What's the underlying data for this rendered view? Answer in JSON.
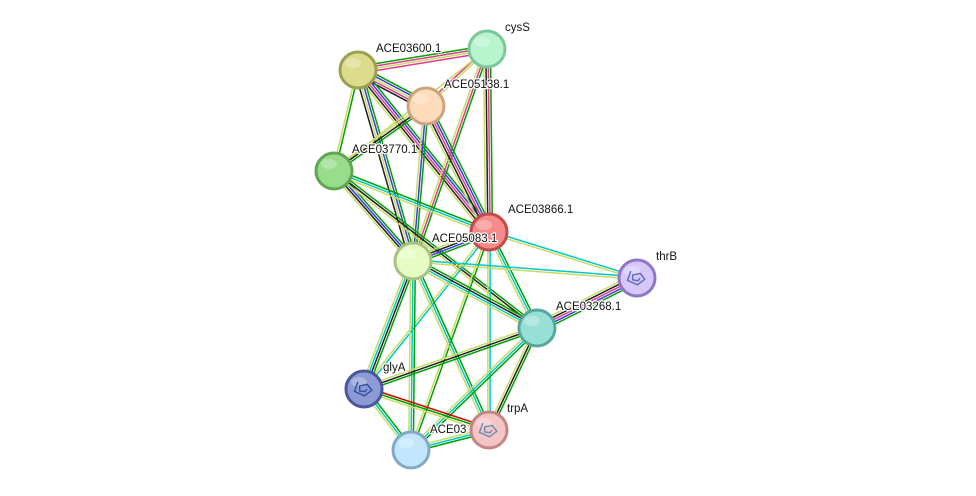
{
  "network": {
    "nodes": [
      {
        "id": "ACE03600.1",
        "label": "ACE03600.1",
        "color": "#dcdc8c",
        "stroke": "#9e9e52"
      },
      {
        "id": "cysS",
        "label": "cysS",
        "color": "#b8f5cf",
        "stroke": "#7cc79c"
      },
      {
        "id": "ACE05138.1",
        "label": "ACE05138.1",
        "color": "#fddcbc",
        "stroke": "#c9a47f"
      },
      {
        "id": "ACE03770.1",
        "label": "ACE03770.1",
        "color": "#98dc8c",
        "stroke": "#5fa853"
      },
      {
        "id": "ACE03866.1",
        "label": "ACE03866.1",
        "color": "#f58c8c",
        "stroke": "#c24a4a"
      },
      {
        "id": "ACE05083.1",
        "label": "ACE05083.1",
        "color": "#e6fcc4",
        "stroke": "#a7c381"
      },
      {
        "id": "thrB",
        "label": "thrB",
        "color": "#d6c8f8",
        "stroke": "#9077c6"
      },
      {
        "id": "ACE03268.1",
        "label": "ACE03268.1",
        "color": "#98e0d6",
        "stroke": "#57a79c"
      },
      {
        "id": "glyA",
        "label": "glyA",
        "color": "#8c9ad6",
        "stroke": "#4a579a"
      },
      {
        "id": "trpA",
        "label": "trpA",
        "color": "#f5c4c4",
        "stroke": "#c28686"
      },
      {
        "id": "ACE03",
        "label": "ACE03",
        "color": "#c4e6fc",
        "stroke": "#82aac4"
      }
    ],
    "edges": [
      {
        "source": "ACE03600.1",
        "target": "cysS",
        "colors": [
          "#00a000",
          "#e03c8c",
          "#c8dc64",
          "#e03c8c"
        ]
      },
      {
        "source": "ACE03600.1",
        "target": "ACE05138.1",
        "colors": [
          "#00a000",
          "#3c3cdc",
          "#c8dc64",
          "#e03c8c",
          "#202020"
        ]
      },
      {
        "source": "ACE03600.1",
        "target": "ACE03770.1",
        "colors": [
          "#00a000",
          "#c8dc64"
        ]
      },
      {
        "source": "ACE03600.1",
        "target": "ACE03866.1",
        "colors": [
          "#00a000",
          "#3c3cdc",
          "#e03c8c",
          "#202020",
          "#c8dc64"
        ]
      },
      {
        "source": "ACE03600.1",
        "target": "ACE05083.1",
        "colors": [
          "#00a000",
          "#3c3cdc",
          "#c8dc64",
          "#202020"
        ]
      },
      {
        "source": "cysS",
        "target": "ACE05138.1",
        "colors": [
          "#c8dc64",
          "#e03c8c"
        ]
      },
      {
        "source": "cysS",
        "target": "ACE03770.1",
        "colors": [
          "#c8dc64"
        ]
      },
      {
        "source": "cysS",
        "target": "ACE03866.1",
        "colors": [
          "#00a000",
          "#e03c8c",
          "#202020",
          "#c8dc64"
        ]
      },
      {
        "source": "cysS",
        "target": "ACE05083.1",
        "colors": [
          "#00a000",
          "#e03c8c",
          "#c8dc64"
        ]
      },
      {
        "source": "ACE05138.1",
        "target": "ACE03770.1",
        "colors": [
          "#00a000",
          "#202020",
          "#c8dc64"
        ]
      },
      {
        "source": "ACE05138.1",
        "target": "ACE03866.1",
        "colors": [
          "#00a000",
          "#3c3cdc",
          "#e03c8c",
          "#202020",
          "#c8dc64"
        ]
      },
      {
        "source": "ACE05138.1",
        "target": "ACE05083.1",
        "colors": [
          "#00a000",
          "#3c3cdc",
          "#c8dc64"
        ]
      },
      {
        "source": "ACE03770.1",
        "target": "ACE03866.1",
        "colors": [
          "#00a000",
          "#00c8c8",
          "#c8dc64"
        ]
      },
      {
        "source": "ACE03770.1",
        "target": "ACE05083.1",
        "colors": [
          "#00a000",
          "#3c3cdc",
          "#202020",
          "#c8dc64"
        ]
      },
      {
        "source": "ACE03770.1",
        "target": "ACE03268.1",
        "colors": [
          "#00a000",
          "#202020",
          "#c8dc64"
        ]
      },
      {
        "source": "ACE03866.1",
        "target": "ACE05083.1",
        "colors": [
          "#00a000",
          "#3c3cdc",
          "#202020",
          "#c8dc64"
        ]
      },
      {
        "source": "ACE03866.1",
        "target": "thrB",
        "colors": [
          "#00c8c8",
          "#c8dc64"
        ]
      },
      {
        "source": "ACE03866.1",
        "target": "ACE03268.1",
        "colors": [
          "#00a000",
          "#00c8c8",
          "#c8dc64"
        ]
      },
      {
        "source": "ACE03866.1",
        "target": "glyA",
        "colors": [
          "#00c8c8",
          "#c8dc64"
        ]
      },
      {
        "source": "ACE03866.1",
        "target": "trpA",
        "colors": [
          "#00c8c8",
          "#c8dc64"
        ]
      },
      {
        "source": "ACE03866.1",
        "target": "ACE03",
        "colors": [
          "#00a000",
          "#c8dc64"
        ]
      },
      {
        "source": "ACE05083.1",
        "target": "thrB",
        "colors": [
          "#00c8c8",
          "#c8dc64"
        ]
      },
      {
        "source": "ACE05083.1",
        "target": "ACE03268.1",
        "colors": [
          "#00a000",
          "#202020",
          "#00c8c8",
          "#c8dc64"
        ]
      },
      {
        "source": "ACE05083.1",
        "target": "glyA",
        "colors": [
          "#00a000",
          "#202020",
          "#00c8c8",
          "#c8dc64"
        ]
      },
      {
        "source": "ACE05083.1",
        "target": "trpA",
        "colors": [
          "#00a000",
          "#00c8c8",
          "#c8dc64"
        ]
      },
      {
        "source": "ACE05083.1",
        "target": "ACE03",
        "colors": [
          "#00a000",
          "#00c8c8",
          "#c8dc64"
        ]
      },
      {
        "source": "thrB",
        "target": "ACE03268.1",
        "colors": [
          "#00a000",
          "#3c3cdc",
          "#e03c8c",
          "#202020",
          "#c8dc64"
        ]
      },
      {
        "source": "ACE03268.1",
        "target": "glyA",
        "colors": [
          "#00a000",
          "#202020",
          "#c8dc64"
        ]
      },
      {
        "source": "ACE03268.1",
        "target": "trpA",
        "colors": [
          "#00a000",
          "#202020",
          "#c8dc64"
        ]
      },
      {
        "source": "ACE03268.1",
        "target": "ACE03",
        "colors": [
          "#00a000",
          "#00c8c8",
          "#c8dc64"
        ]
      },
      {
        "source": "glyA",
        "target": "trpA",
        "colors": [
          "#d20000",
          "#00a000",
          "#c8dc64"
        ]
      },
      {
        "source": "glyA",
        "target": "ACE03",
        "colors": [
          "#00a000",
          "#00c8c8",
          "#c8dc64"
        ]
      },
      {
        "source": "trpA",
        "target": "ACE03",
        "colors": [
          "#00a000",
          "#00c8c8",
          "#c8dc64"
        ]
      }
    ]
  }
}
